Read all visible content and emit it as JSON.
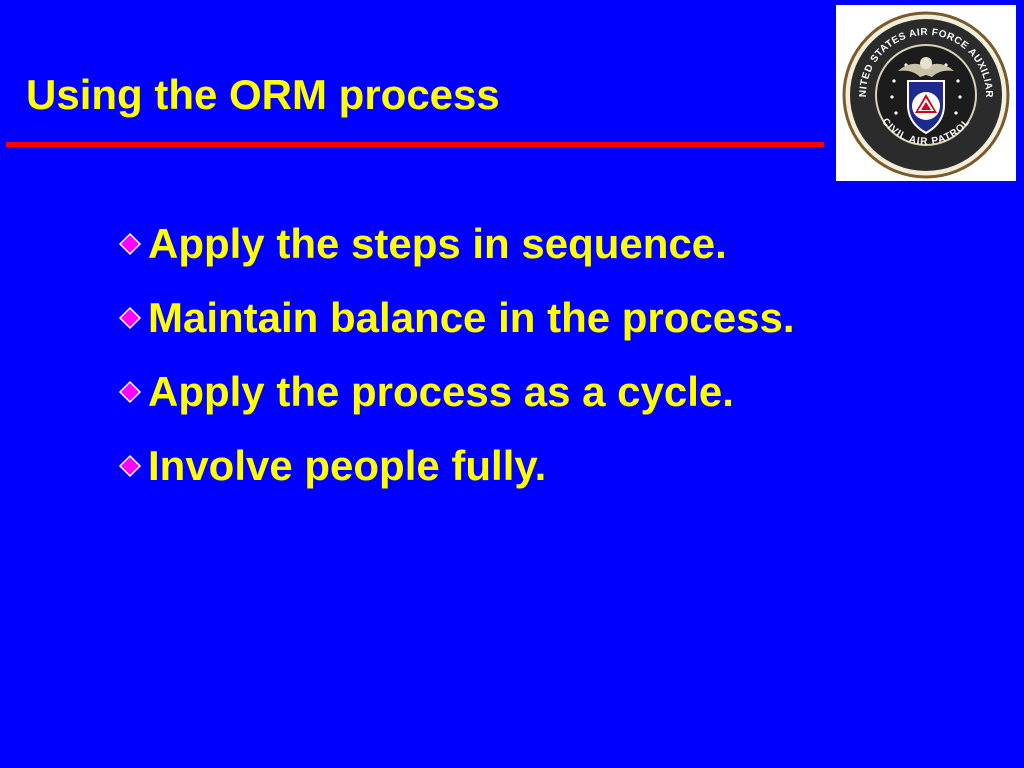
{
  "slide": {
    "title": "Using the ORM process",
    "bullets": [
      "Apply the steps in sequence.",
      "Maintain balance in the process.",
      "Apply the process as a cycle.",
      "Involve people fully."
    ]
  },
  "seal": {
    "ring_text_top": "UNITED STATES AIR FORCE AUXILIARY",
    "ring_text_bottom": "CIVIL AIR PATROL"
  },
  "colors": {
    "background": "#0000FF",
    "text": "#FFFF00",
    "rule": "#FF0000",
    "bullet": "#FF00FF"
  }
}
